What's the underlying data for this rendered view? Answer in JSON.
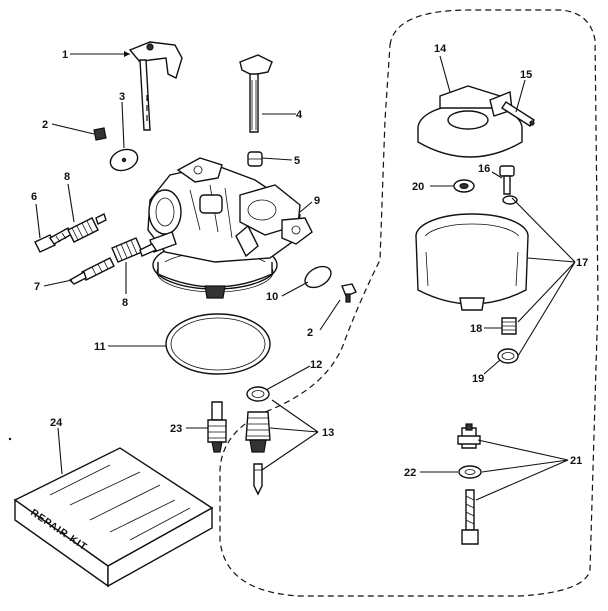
{
  "labels": {
    "p1": "1",
    "p2a": "2",
    "p2b": "2",
    "p3": "3",
    "p4": "4",
    "p5": "5",
    "p6": "6",
    "p7": "7",
    "p8a": "8",
    "p8b": "8",
    "p9": "9",
    "p10": "10",
    "p11": "11",
    "p12": "12",
    "p13": "13",
    "p14": "14",
    "p15": "15",
    "p16": "16",
    "p17": "17",
    "p18": "18",
    "p19": "19",
    "p20": "20",
    "p21": "21",
    "p22": "22",
    "p23": "23",
    "p24": "24"
  },
  "repair_kit_text": "REPAIR KIT"
}
